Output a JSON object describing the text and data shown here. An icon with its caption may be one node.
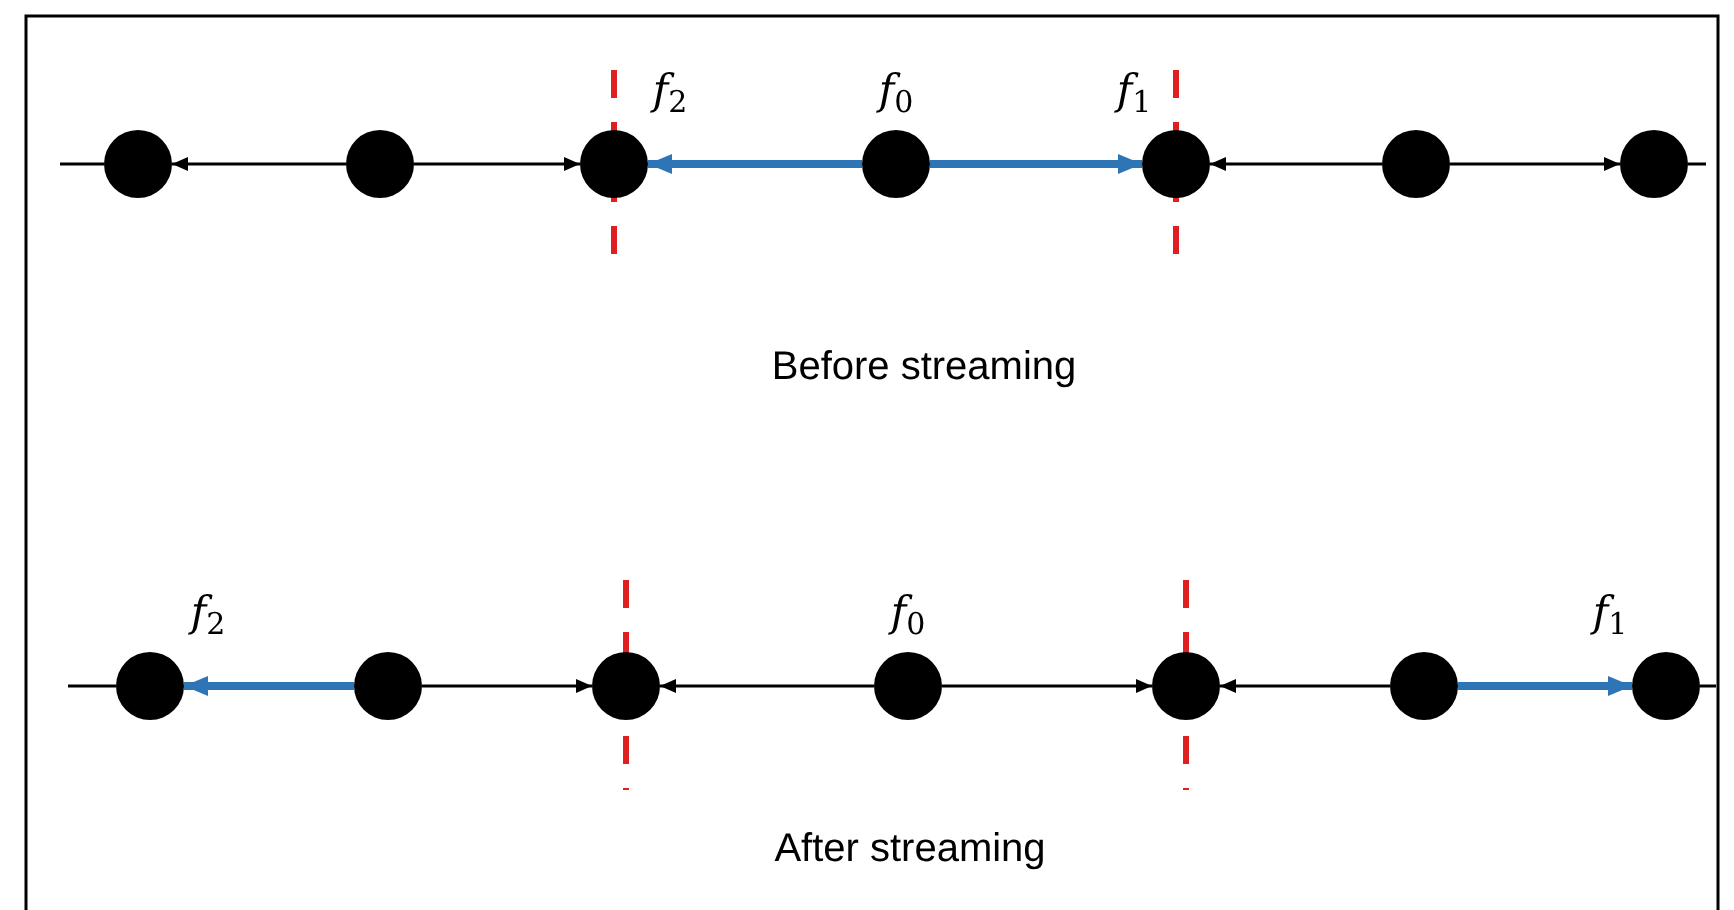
{
  "diagram": {
    "nodes": [
      {
        "text": [],
        "shape": "circle"
      },
      {
        "text": [],
        "shape": "circle"
      },
      {
        "text": [],
        "shape": "circle",
        "beside": [
          "*f*$_{2}$"
        ]
      },
      {
        "text": [],
        "shape": "circle",
        "beside": [
          "*f*$_{0}$"
        ]
      },
      {
        "text": [],
        "shape": "circle",
        "beside": [
          "*f*$_{1}$"
        ]
      },
      {
        "text": [],
        "shape": "circle"
      },
      {
        "text": [],
        "shape": "circle"
      },
      {
        "text": [],
        "shape": "circle",
        "beside": [
          "*f*$_{2}$"
        ]
      },
      {
        "text": [],
        "shape": "circle"
      },
      {
        "text": [],
        "shape": "circle"
      },
      {
        "text": [],
        "shape": "circle",
        "beside": [
          "*f*$_{0}$"
        ]
      },
      {
        "text": [],
        "shape": "circle"
      },
      {
        "text": [],
        "shape": "circle"
      },
      {
        "text": [],
        "shape": "circle",
        "beside": [
          "*f*$_{1}$"
        ]
      }
    ],
    "edges": [
      {
        "from": null,
        "to": 0,
        "arrow": "none"
      },
      {
        "from": 1,
        "to": 0,
        "arrow": "to"
      },
      {
        "from": 1,
        "to": 2,
        "arrow": "to"
      },
      {
        "from": 3,
        "to": 2,
        "arrow": "to",
        "style": "thick",
        "color": "#2e75b6"
      },
      {
        "from": 3,
        "to": 4,
        "arrow": "to",
        "style": "thick",
        "color": "#2e75b6"
      },
      {
        "from": 5,
        "to": 4,
        "arrow": "to"
      },
      {
        "from": 5,
        "to": 6,
        "arrow": "to"
      },
      {
        "from": 6,
        "to": null,
        "arrow": "none"
      },
      {
        "from": null,
        "to": 7,
        "arrow": "none"
      },
      {
        "from": 8,
        "to": 7,
        "arrow": "to",
        "style": "thick",
        "color": "#2e75b6"
      },
      {
        "from": 8,
        "to": 9,
        "arrow": "to"
      },
      {
        "from": 10,
        "to": 9,
        "arrow": "to"
      },
      {
        "from": 10,
        "to": 11,
        "arrow": "to"
      },
      {
        "from": 12,
        "to": 11,
        "arrow": "to"
      },
      {
        "from": 12,
        "to": 13,
        "arrow": "to",
        "style": "thick",
        "color": "#2e75b6"
      },
      {
        "from": 13,
        "to": null,
        "arrow": "none"
      }
    ],
    "labels": [
      "Before streaming",
      "After streaming"
    ]
  }
}
